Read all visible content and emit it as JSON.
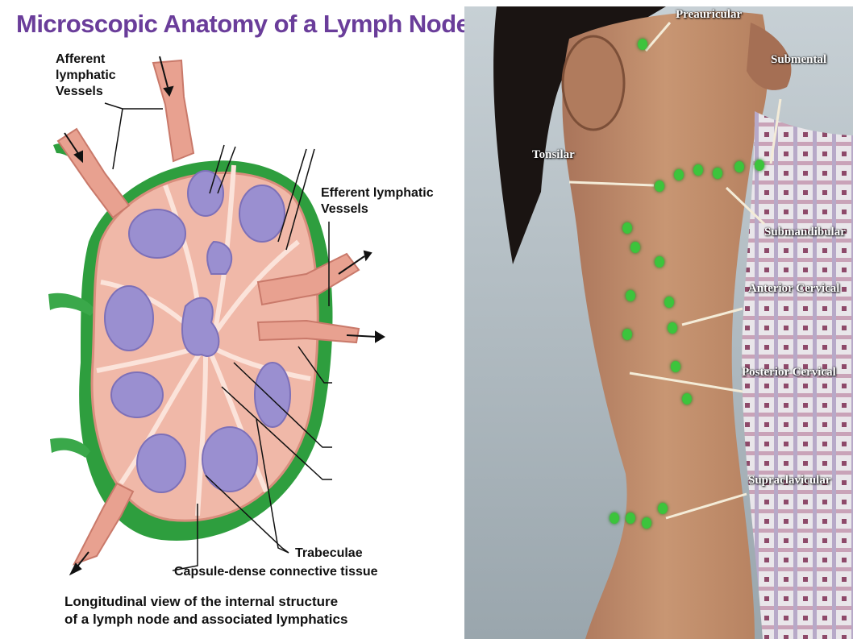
{
  "diagram": {
    "title": "Microscopic Anatomy of a Lymph Node",
    "labels": {
      "afferent": [
        "Afferent",
        "lymphatic",
        "Vessels"
      ],
      "efferent": [
        "Efferent lymphatic",
        "Vessels"
      ],
      "trabeculae": "Trabeculae",
      "capsule": "Capsule-dense connective tissue"
    },
    "caption": [
      "Longitudinal view of the internal structure",
      "of a lymph node and associated lymphatics"
    ],
    "colors": {
      "title": "#6a3d9a",
      "capsule": "#2e9e3e",
      "node_tissue": "#f0b8a8",
      "follicle": "#9a8fd0",
      "vessel": "#e8a190"
    }
  },
  "photo": {
    "labels": {
      "preauricular": "Preauricular",
      "submental": "Submental",
      "tonsilar": "Tonsilar",
      "submandibular": "Submandibular",
      "anterior_cervical": "Anterior Cervical",
      "posterior_cervical": "Posterior Cervical",
      "supraclavicular": "Supraclavicular"
    },
    "colors": {
      "node_marker": "#3cc43c",
      "skin": "#c89673",
      "background": "#b9c3c9"
    }
  }
}
